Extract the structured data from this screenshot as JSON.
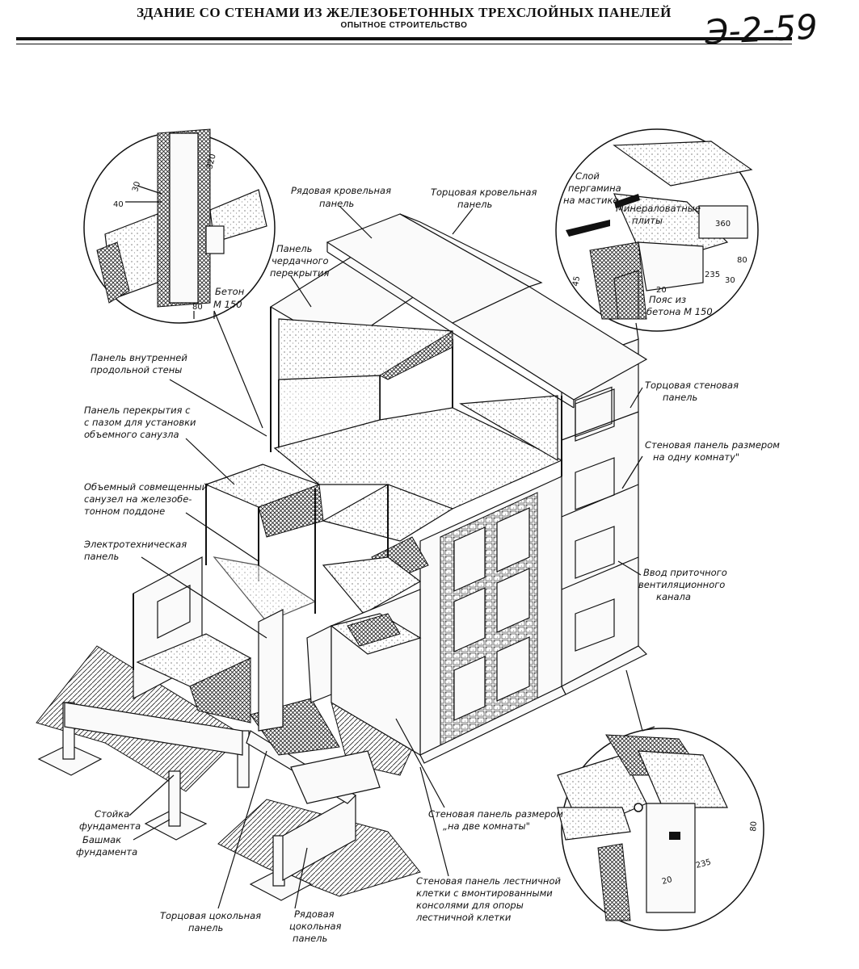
{
  "header": {
    "title": "ЗДАНИЕ СО СТЕНАМИ ИЗ ЖЕЛЕЗОБЕТОННЫХ ТРЕХСЛОЙНЫХ ПАНЕЛЕЙ",
    "subtitle": "ОПЫТНОЕ СТРОИТЕЛЬСТВО",
    "sheet_code": "Э-2-59"
  },
  "labels": {
    "roof_row": [
      "Рядовая кровельная",
      "панель"
    ],
    "roof_end": [
      "Торцовая кровельная",
      "панель"
    ],
    "attic_slab": [
      "Панель",
      "чердачного",
      "перекрытия"
    ],
    "inner_wall": [
      "Панель внутренней",
      "продольной стены"
    ],
    "floor_slab": [
      "Панель перекрытия с",
      "с пазом для установки",
      "объемного санузла"
    ],
    "bathroom": [
      "Объемный совмещенный",
      "санузел на железобе-",
      "тонном поддоне"
    ],
    "electric": [
      "Электротехническая",
      "панель"
    ],
    "end_wall": [
      "Торцовая стеновая",
      "панель"
    ],
    "one_room": [
      "Стеновая панель размером",
      "на одну комнату\""
    ],
    "vent_inlet": [
      "Ввод приточного",
      "вентиляционного",
      "канала"
    ],
    "two_rooms": [
      "Стеновая панель размером",
      "„на две комнаты\""
    ],
    "stair_panel": [
      "Стеновая панель лестничной",
      "клетки с вмонтированными",
      "консолями для опоры",
      "лестничной клетки"
    ],
    "found_post": [
      "Стойка",
      "фундамента"
    ],
    "found_shoe": [
      "Башмак",
      "фундамента"
    ],
    "end_plinth": [
      "Торцовая цокольная",
      "панель"
    ],
    "row_plinth": [
      "Рядовая",
      "цокольная",
      "панель"
    ]
  },
  "detail_top_left": {
    "dims": [
      "40",
      "30",
      "320",
      "80"
    ],
    "concrete": [
      "Бетон",
      "М 150"
    ]
  },
  "detail_top_right": {
    "layer": [
      "Слой",
      "пергамина",
      "на мастике"
    ],
    "mineral": [
      "Минераловатные",
      "плиты"
    ],
    "belt": [
      "Пояс из",
      "бетона М 150"
    ],
    "dims": [
      "360",
      "80",
      "235",
      "30",
      "20",
      "45"
    ]
  },
  "detail_bottom_right": {
    "dims": [
      "235",
      "20",
      "80"
    ]
  }
}
